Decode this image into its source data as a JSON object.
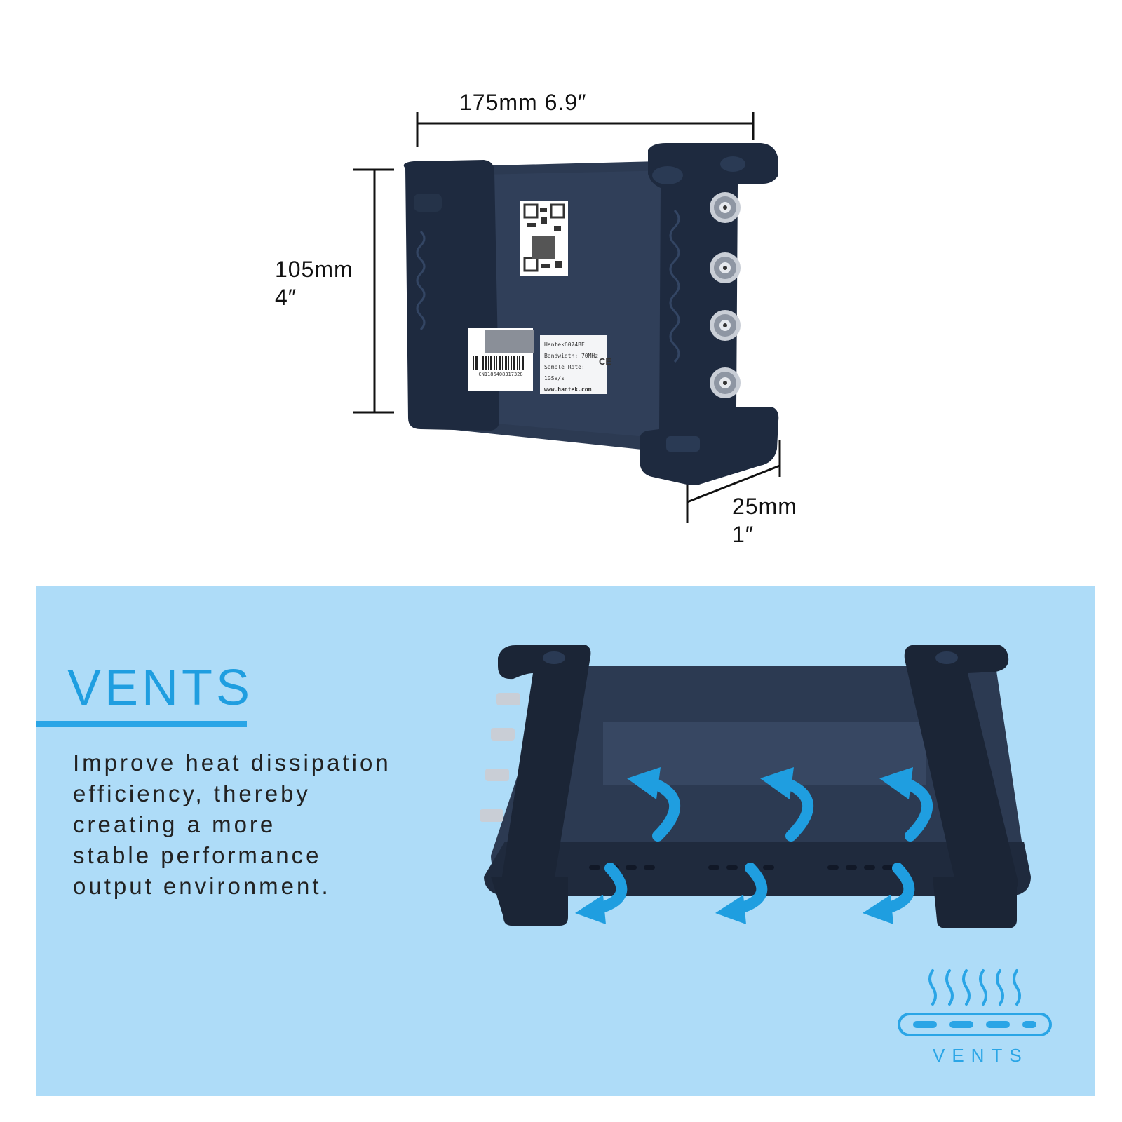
{
  "dimensions": {
    "width_label": "175mm 6.9″",
    "height_mm": "105mm",
    "height_in": "4″",
    "depth_mm": "25mm",
    "depth_in": "1″"
  },
  "device_label": {
    "model": "Hantek6074BE",
    "bandwidth": "Bandwidth: 70MHz",
    "sample_rate": "Sample Rate: 1GSa/s",
    "website": "www.hantek.com",
    "ce_mark": "CE",
    "barcode_number": "CN1186408317328"
  },
  "vents_section": {
    "title": "VENTS",
    "description_lines": [
      "Improve heat dissipation",
      "efficiency, thereby",
      "creating a more",
      "stable performance",
      "output environment."
    ],
    "icon_caption": "VENTS"
  },
  "colors": {
    "panel_bg": "#aedcf8",
    "accent": "#2aa5e6",
    "device": "#2c3a52",
    "device_dark": "#1c2638"
  }
}
